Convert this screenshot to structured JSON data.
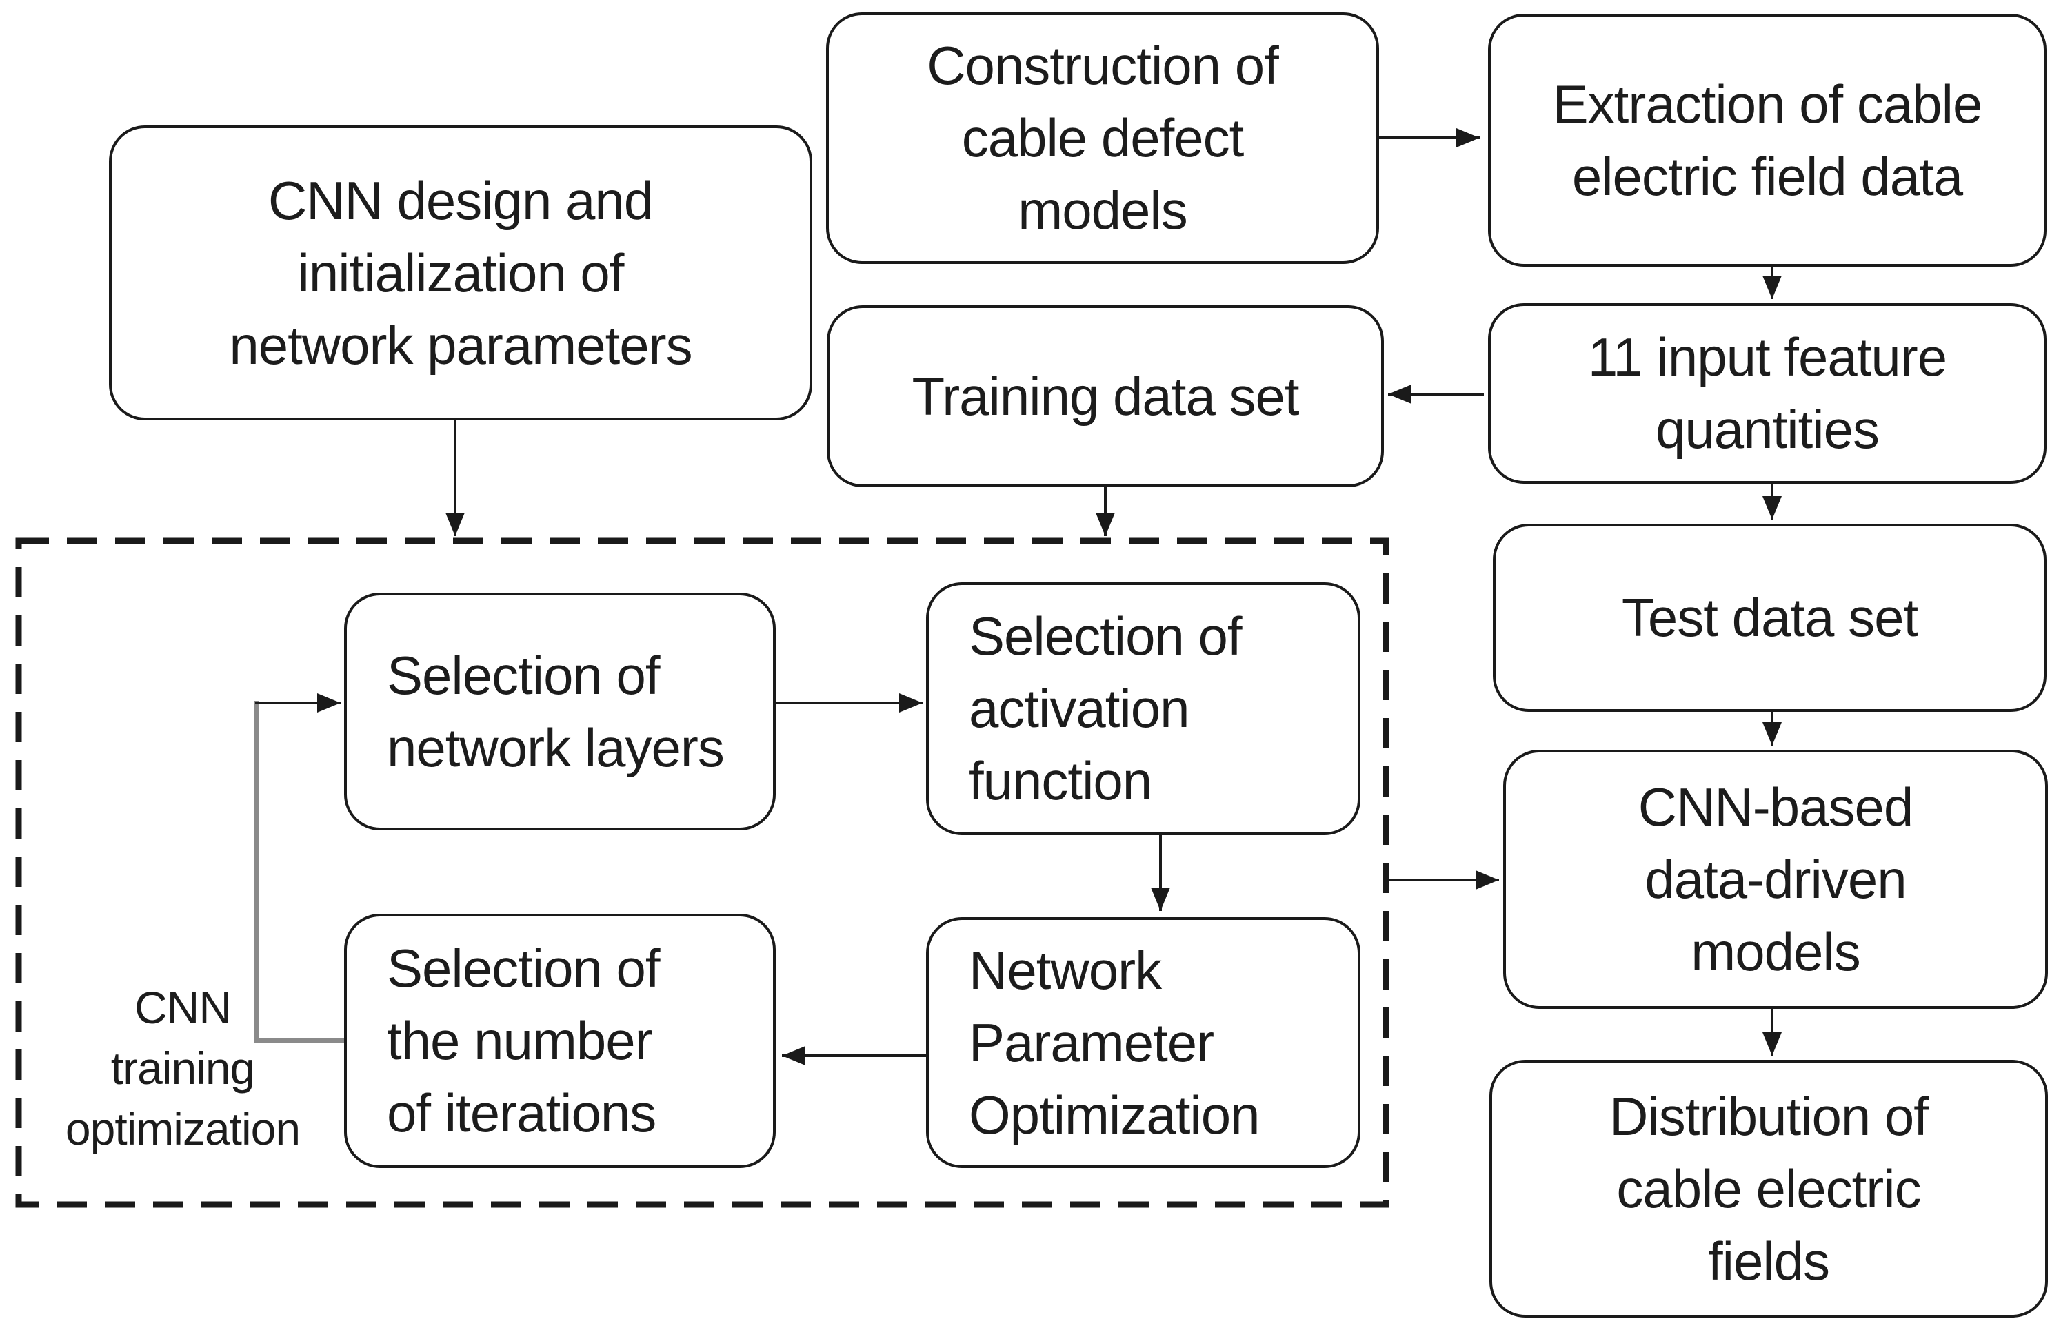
{
  "canvas": {
    "background": "#ffffff",
    "stroke_color": "#1a1a1a",
    "loop_line_color": "#8a8a8a",
    "text_color": "#1c1c1c"
  },
  "nodes": {
    "cnn_design": {
      "lines": [
        "CNN design and",
        "initialization of",
        "network parameters"
      ]
    },
    "construction": {
      "lines": [
        "Construction of",
        "cable defect",
        "models"
      ]
    },
    "extraction": {
      "lines": [
        "Extraction of cable",
        "electric field data"
      ]
    },
    "training_set": {
      "lines": [
        "Training data set"
      ]
    },
    "input_features": {
      "lines": [
        "11 input feature",
        "quantities"
      ]
    },
    "test_set": {
      "lines": [
        "Test data set"
      ]
    },
    "sel_layers": {
      "lines": [
        "Selection of",
        "network layers"
      ]
    },
    "sel_activation": {
      "lines": [
        "Selection of",
        "activation",
        "function"
      ]
    },
    "sel_iterations": {
      "lines": [
        "Selection of",
        "the number",
        "of iterations"
      ]
    },
    "param_opt": {
      "lines": [
        "Network",
        "Parameter",
        "Optimization"
      ]
    },
    "cnn_models": {
      "lines": [
        "CNN-based",
        "data-driven",
        "models"
      ]
    },
    "distribution": {
      "lines": [
        "Distribution of",
        "cable electric",
        "fields"
      ]
    }
  },
  "annotations": {
    "loop_label": {
      "lines": [
        "CNN",
        "training",
        "optimization"
      ]
    }
  }
}
